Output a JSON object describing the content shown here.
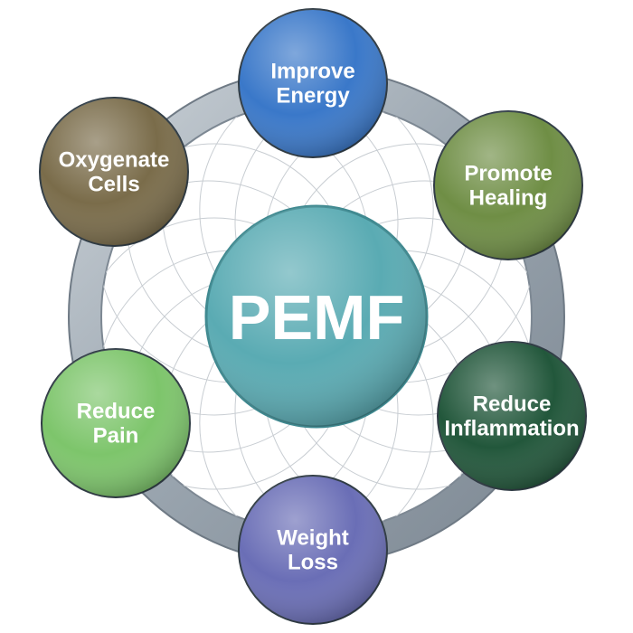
{
  "center": {
    "label": "PEMF",
    "color": "#5aabb3"
  },
  "nodes": [
    {
      "id": "improve-energy",
      "lines": [
        "Improve",
        "Energy"
      ],
      "color": "#3a78c9"
    },
    {
      "id": "promote-healing",
      "lines": [
        "Promote",
        "Healing"
      ],
      "color": "#6f8e45"
    },
    {
      "id": "reduce-inflammation",
      "lines": [
        "Reduce",
        "Inflammation"
      ],
      "color": "#22573b"
    },
    {
      "id": "weight-loss",
      "lines": [
        "Weight",
        "Loss"
      ],
      "color": "#6a6eb6"
    },
    {
      "id": "reduce-pain",
      "lines": [
        "Reduce",
        "Pain"
      ],
      "color": "#7dc56b"
    },
    {
      "id": "oxygenate-cells",
      "lines": [
        "Oxygenate",
        "Cells"
      ],
      "color": "#7a6c4a"
    }
  ],
  "ring_color": "#9ba6b0"
}
